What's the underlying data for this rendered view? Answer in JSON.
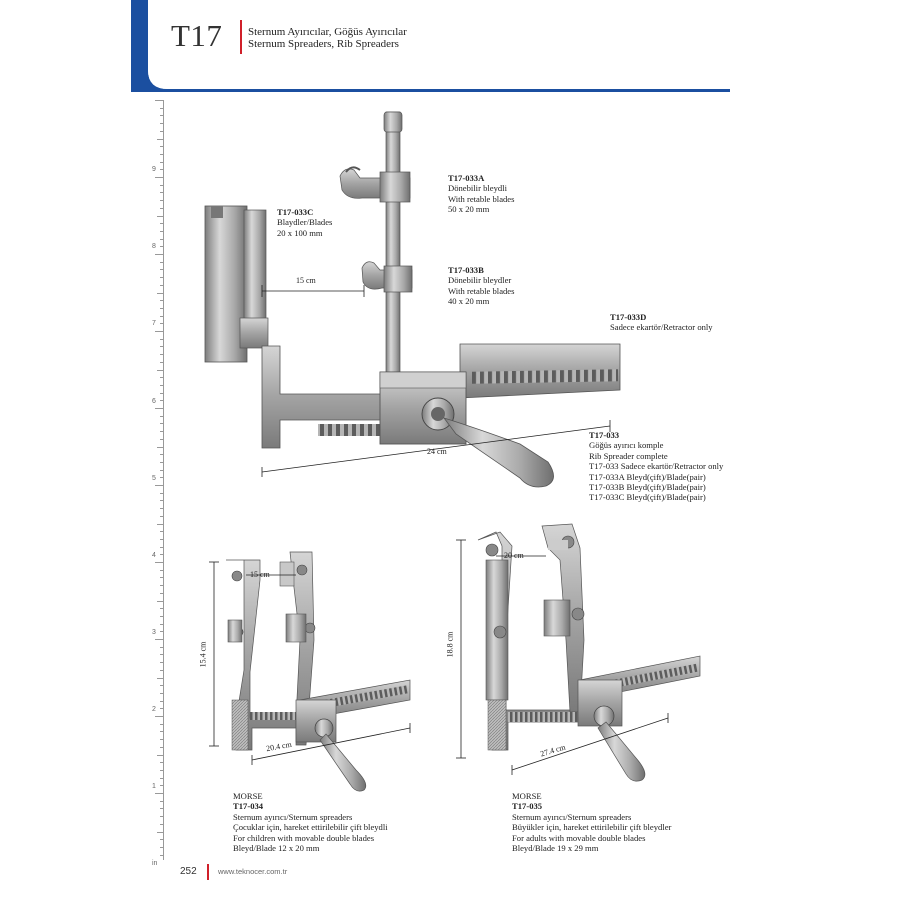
{
  "header": {
    "code": "T17",
    "title_tr": "Sternum Ayırıcılar, Göğüs Ayırıcılar",
    "title_en": "Sternum Spreaders, Rib Spreaders",
    "band_color": "#1b4fa0",
    "accent_color": "#d0202a"
  },
  "ruler": {
    "labels": [
      "9",
      "8",
      "7",
      "6",
      "5",
      "4",
      "3",
      "2",
      "1",
      "in"
    ]
  },
  "products": {
    "t17_033a": {
      "code": "T17-033A",
      "lines": [
        "Dönebilir bleydli",
        "With retable blades",
        "50 x 20 mm"
      ]
    },
    "t17_033c": {
      "code": "T17-033C",
      "lines": [
        "Blaydler/Blades",
        "20 x 100 mm"
      ]
    },
    "t17_033b": {
      "code": "T17-033B",
      "lines": [
        "Dönebilir bleydler",
        "With retable blades",
        "40 x 20 mm"
      ]
    },
    "t17_033d": {
      "code": "T17-033D",
      "lines": [
        "Sadece ekartör/Retractor only"
      ]
    },
    "t17_033": {
      "code": "T17-033",
      "lines": [
        "Göğüs ayırıcı komple",
        "Rib Spreader complete",
        "T17-033 Sadece ekartör/Retractor only",
        "T17-033A  Bleyd(çift)/Blade(pair)",
        "T17-033B  Bleyd(çift)/Blade(pair)",
        "T17-033C  Bleyd(çift)/Blade(pair)"
      ]
    },
    "t17_034": {
      "brand": "MORSE",
      "code": "T17-034",
      "lines": [
        "Sternum ayırıcı/Sternum spreaders",
        "Çocuklar için, hareket ettirilebilir çift bleydli",
        "For children with movable double blades",
        "Bleyd/Blade 12 x 20 mm"
      ]
    },
    "t17_035": {
      "brand": "MORSE",
      "code": "T17-035",
      "lines": [
        "Sternum ayırıcı/Sternum spreaders",
        "Büyükler için, hareket ettirilebilir çift bleydler",
        "For adults with movable double blades",
        "Bleyd/Blade 19 x 29 mm"
      ]
    }
  },
  "dimensions": {
    "d15_top": "15 cm",
    "d24": "24 cm",
    "d15_small": "15 cm",
    "d15_4": "15.4 cm",
    "d20_4": "20.4 cm",
    "d20": "20 cm",
    "d18_8": "18.8 cm",
    "d27_4": "27.4 cm"
  },
  "footer": {
    "page": "252",
    "url": "www.teknocer.com.tr"
  }
}
